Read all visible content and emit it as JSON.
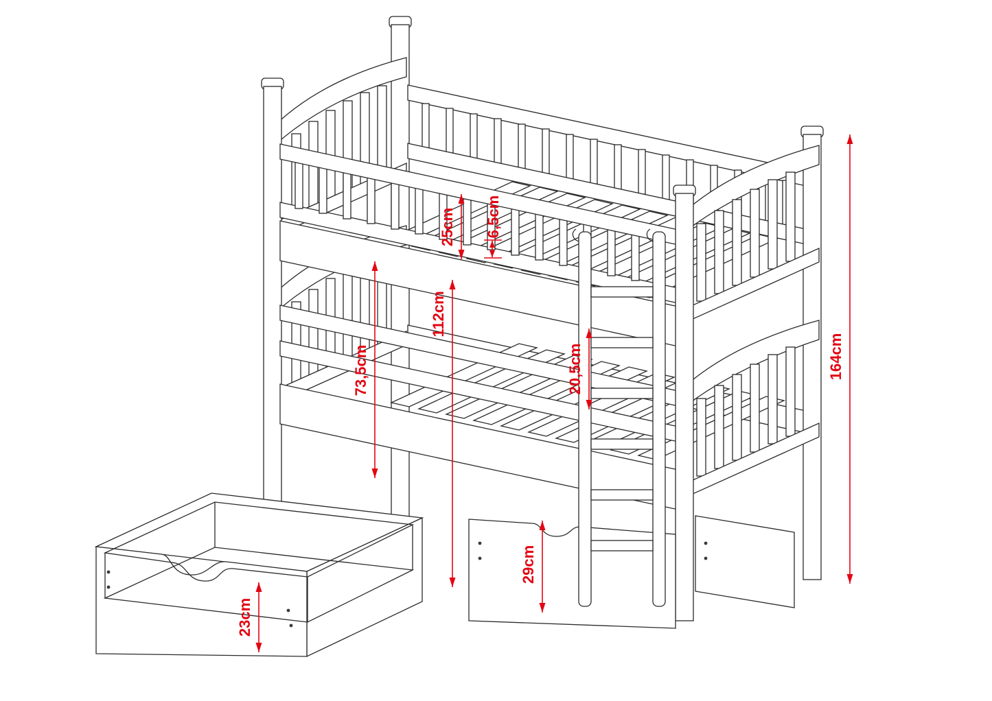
{
  "diagram": {
    "subject": "bunk-bed-with-storage-drawers-dimensioned-drawing",
    "colors": {
      "line": "#2a2a2a",
      "dimension": "#e30613",
      "background": "#ffffff"
    }
  },
  "dims": {
    "guard_height": {
      "label": "25cm"
    },
    "slat_clearance": {
      "label": "6,5cm"
    },
    "upper_bed_height": {
      "label": "112cm"
    },
    "lower_guard_height": {
      "label": "73,5cm"
    },
    "rung_spacing": {
      "label": "20,5cm"
    },
    "total_height": {
      "label": "164cm"
    },
    "drawer_front_height": {
      "label": "29cm"
    },
    "drawer_box_height": {
      "label": "23cm"
    }
  }
}
